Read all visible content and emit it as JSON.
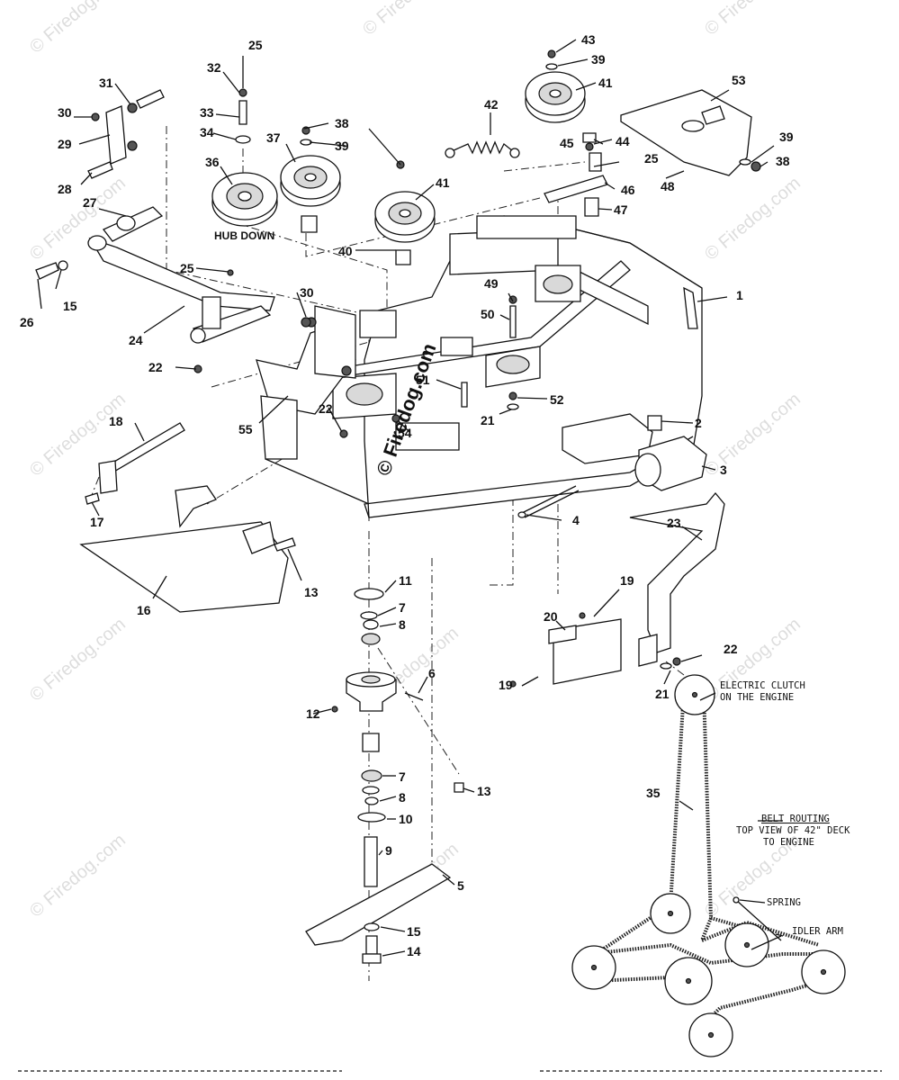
{
  "diagram": {
    "watermark_text": "© Firedog.com",
    "center_watermark_text": "© Firedog.com",
    "hub_down_label": "HUB DOWN",
    "electric_clutch_label_line1": "ELECTRIC CLUTCH",
    "electric_clutch_label_line2": "ON THE ENGINE",
    "belt_routing_title": "BELT ROUTING",
    "belt_routing_line2": "TOP VIEW OF 42\" DECK",
    "belt_routing_line3": "TO ENGINE",
    "spring_label": "SPRING",
    "idler_arm_label": "IDLER ARM",
    "callouts": {
      "c1": "1",
      "c2": "2",
      "c3": "3",
      "c4": "4",
      "c5": "5",
      "c6": "6",
      "c7a": "7",
      "c7b": "7",
      "c8a": "8",
      "c8b": "8",
      "c9": "9",
      "c10": "10",
      "c11": "11",
      "c12": "12",
      "c13a": "13",
      "c13b": "13",
      "c14": "14",
      "c15a": "15",
      "c15b": "15",
      "c16": "16",
      "c17": "17",
      "c18": "18",
      "c19a": "19",
      "c19b": "19",
      "c20": "20",
      "c21a": "21",
      "c21b": "21",
      "c22a": "22",
      "c22b": "22",
      "c22c": "22",
      "c23": "23",
      "c24": "24",
      "c25a": "25",
      "c25b": "25",
      "c25c": "25",
      "c26": "26",
      "c27": "27",
      "c28": "28",
      "c29": "29",
      "c30a": "30",
      "c30b": "30",
      "c31": "31",
      "c32": "32",
      "c33": "33",
      "c34": "34",
      "c35": "35",
      "c36": "36",
      "c37": "37",
      "c38a": "38",
      "c38b": "38",
      "c39a": "39",
      "c39b": "39",
      "c39c": "39",
      "c40": "40",
      "c41a": "41",
      "c41b": "41",
      "c42": "42",
      "c43": "43",
      "c44": "44",
      "c45": "45",
      "c46": "46",
      "c47": "47",
      "c48": "48",
      "c49": "49",
      "c50": "50",
      "c51": "51",
      "c52": "52",
      "c53": "53",
      "c54": "54",
      "c55": "55"
    }
  }
}
